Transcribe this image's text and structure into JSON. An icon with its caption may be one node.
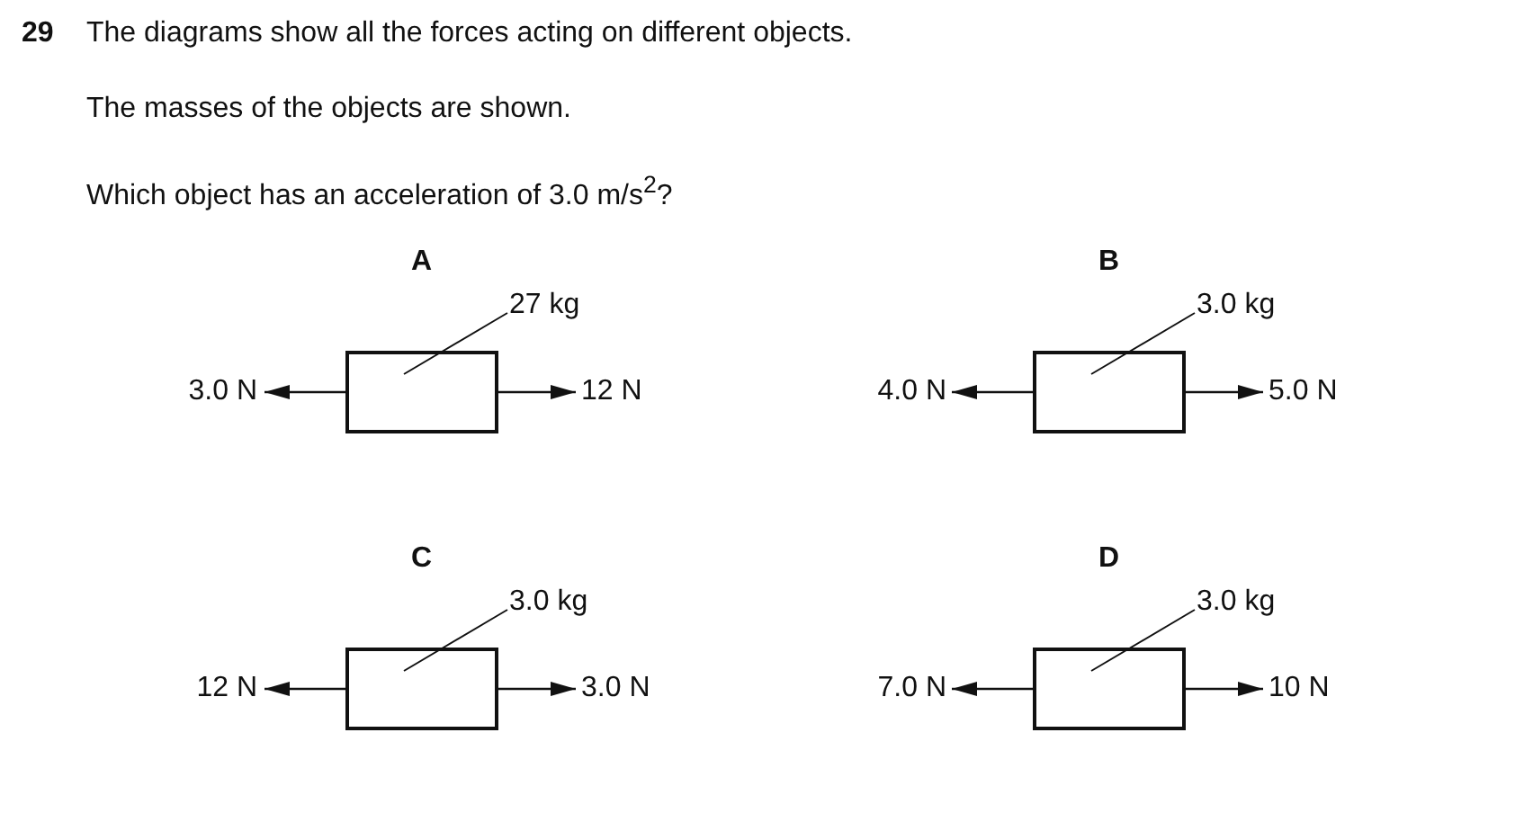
{
  "diagram": {
    "nodes": [
      {
        "text": [],
        "shape": "box",
        "beside": [
          "A"
        ]
      },
      {
        "text": [
          "27 kg"
        ]
      },
      {
        "text": [],
        "shape": "box",
        "beside": [
          "B"
        ]
      },
      {
        "text": [
          "3.0 kg"
        ]
      },
      {
        "text": [],
        "shape": "box",
        "beside": [
          "C"
        ]
      },
      {
        "text": [
          "3.0 kg"
        ]
      },
      {
        "text": [],
        "shape": "box",
        "beside": [
          "D"
        ]
      },
      {
        "text": [
          "3.0 kg"
        ]
      }
    ],
    "edges": [
      {
        "from": 1,
        "to": 0,
        "arrow": "none"
      },
      {
        "from": 3,
        "to": 2,
        "arrow": "none"
      },
      {
        "from": 5,
        "to": 4,
        "arrow": "none"
      },
      {
        "from": 7,
        "to": 6,
        "arrow": "none"
      }
    ],
    "labels": [
      "29",
      "The diagrams show all the forces acting on different objects.",
      "The masses of the objects are shown.",
      "Which object has an acceleration of 3.0 m/s$^{2}$?",
      "3.0 N",
      "12 N",
      "4.0 N",
      "5.0 N",
      "12 N",
      "3.0 N",
      "7.0 N",
      "10 N"
    ]
  }
}
